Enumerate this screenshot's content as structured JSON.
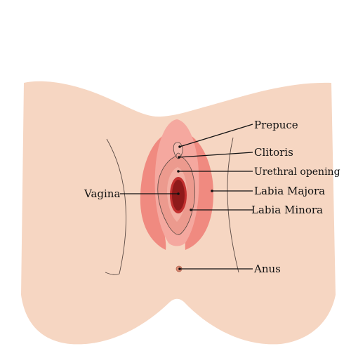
{
  "diagram": {
    "labels": {
      "prepuce": "Prepuce",
      "clitoris": "Clitoris",
      "urethral_opening": "Urethral opening",
      "vagina": "Vagina",
      "labia_majora": "Labia Majora",
      "labia_minora": "Labia Minora",
      "anus": "Anus"
    }
  },
  "colors": {
    "skin": "#f6d6c2",
    "labia_majora": "#f08a80",
    "labia_majora_inner": "#f5a89f",
    "labia_minora": "#ec9a8e",
    "vestibule": "#f3b0a4",
    "vaginal_opening": "#8e1a1a",
    "vaginal_opening_rim": "#c2302f",
    "outline": "#5a4a44"
  }
}
